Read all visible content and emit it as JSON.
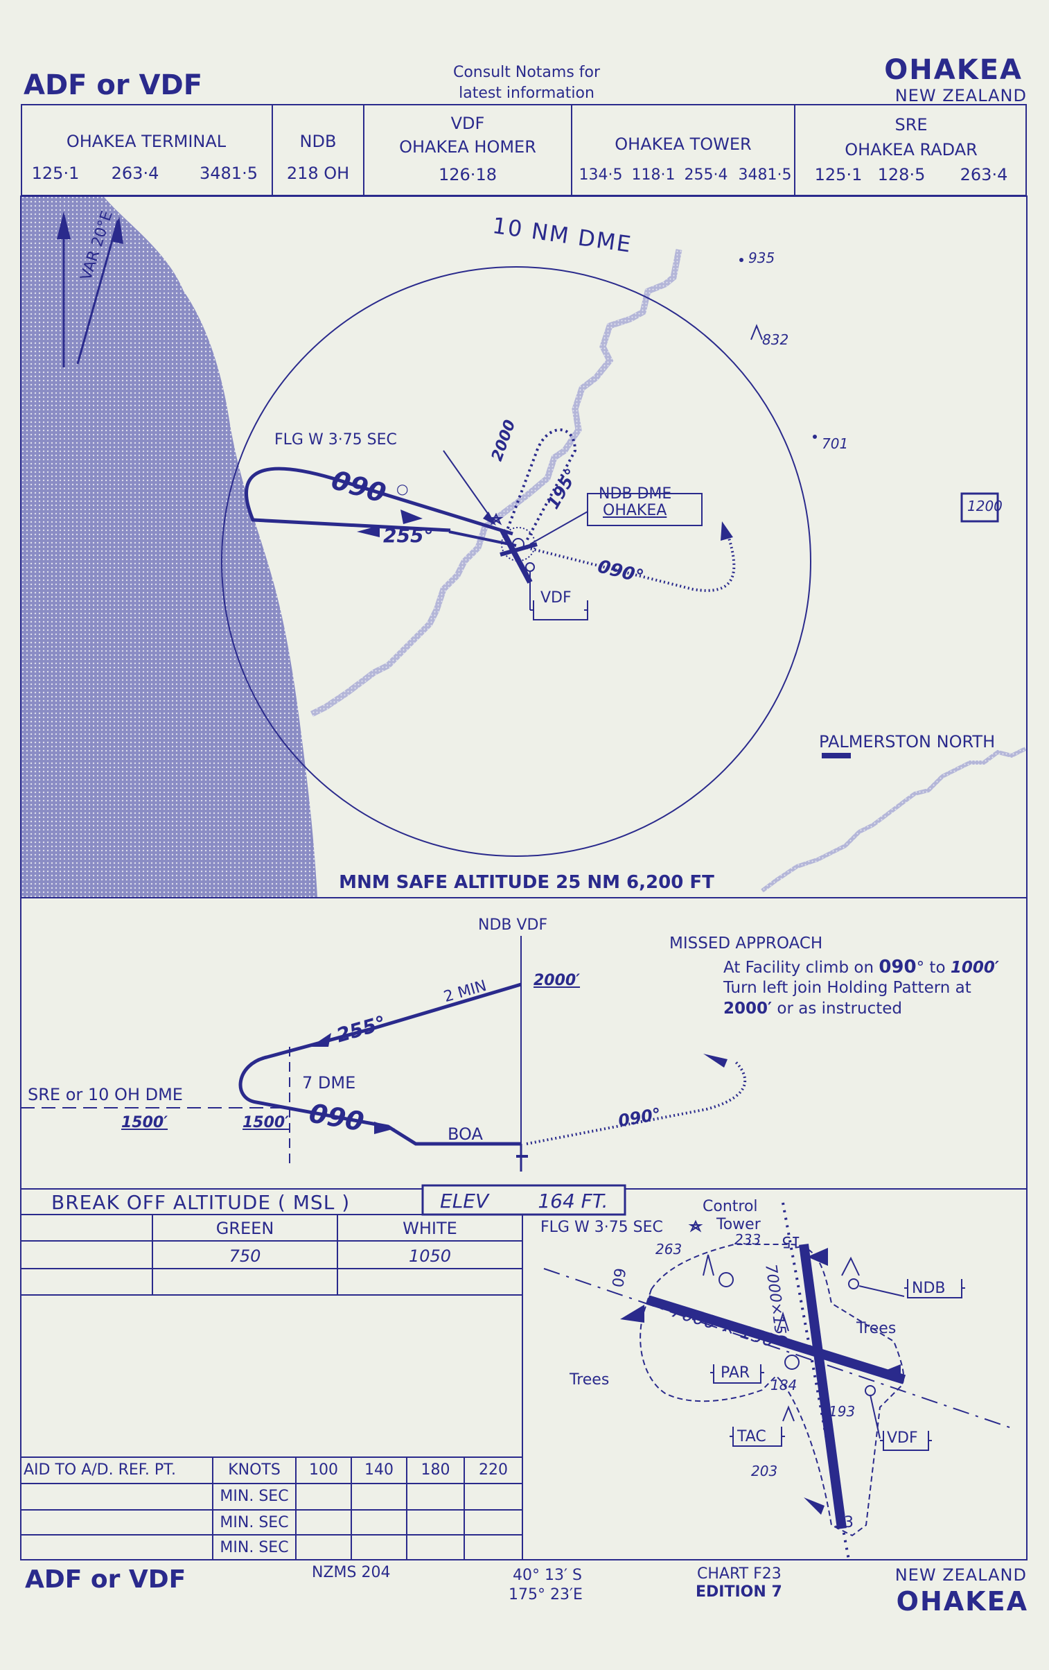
{
  "header": {
    "proc_left_top": "ADF or VDF",
    "notams_line1": "Consult Notams for",
    "notams_line2": "latest information",
    "airport_top": "OHAKEA",
    "country_top": "NEW ZEALAND"
  },
  "freq": {
    "terminal": {
      "name": "OHAKEA TERMINAL",
      "f1": "125·1",
      "f2": "263·4",
      "f3": "3481·5"
    },
    "ndb": {
      "name": "NDB",
      "value": "218 OH"
    },
    "vdf": {
      "l1": "VDF",
      "l2": "OHAKEA HOMER",
      "value": "126·18"
    },
    "tower": {
      "name": "OHAKEA TOWER",
      "f1": "134·5",
      "f2": "118·1",
      "f3": "255·4",
      "f4": "3481·5"
    },
    "sre": {
      "l1": "SRE",
      "l2": "OHAKEA  RADAR",
      "f1": "125·1",
      "f2": "128·5",
      "f3": "263·4"
    }
  },
  "plan": {
    "var": "VAR  20°E",
    "dme_ring": "10 NM DME",
    "elev935": "935",
    "elev832": "832",
    "elev701": "701",
    "elev1200": "1200",
    "flg": "FLG W 3·75 SEC",
    "hold_alt": "2000",
    "c195": "195°",
    "c090a": "090",
    "c255": "255°",
    "c090b": "090°",
    "ndb_dme_l1": "NDB DME",
    "ndb_dme_l2": "OHAKEA",
    "vdf_box": "VDF",
    "palmerston": "PALMERSTON NORTH",
    "msa": "MNM SAFE ALTITUDE 25 NM 6,200 FT"
  },
  "profile": {
    "ndb_vdf": "NDB VDF",
    "alt2000": "2000′",
    "two_min": "2 MIN",
    "c255": "255°",
    "dme7": "7 DME",
    "sre_line": "SRE   or 10  OH  DME",
    "alt1500a": "1500′",
    "alt1500b": "1500′",
    "c090": "090",
    "boa": "BOA",
    "c090b": "090°",
    "ma_title": "MISSED APPROACH",
    "ma_line1_a": "At Facility climb on ",
    "ma_line1_b": "090",
    "ma_line1_c": "° to ",
    "ma_line1_d": "1000′",
    "ma_line2": "Turn left join Holding Pattern at",
    "ma_line3_a": "2000′",
    "ma_line3_b": "  or as instructed"
  },
  "boa_table": {
    "title": "BREAK OFF ALTITUDE ( MSL )",
    "elev": "ELEV        164 FT.",
    "green": "GREEN",
    "white": "WHITE",
    "green_val": "750",
    "white_val": "1050"
  },
  "timing": {
    "label": "AID TO A/D. REF. PT.",
    "knots": "KNOTS",
    "speeds": [
      "100",
      "140",
      "180",
      "220"
    ],
    "minsec": "MIN. SEC"
  },
  "aerodrome": {
    "flg": "FLG W 3·75 SEC",
    "control": "Control",
    "tower": "Tower",
    "e263": "263",
    "e233": "233",
    "rwy15": "15",
    "rwy09": "09",
    "rwy33": "33",
    "rwy_len1": "7000×150",
    "rwy_len2": "7000 × 150",
    "ndb": "NDB",
    "trees1": "Trees",
    "trees2": "Trees",
    "par": "PAR",
    "e184": "184",
    "e193": "193",
    "vdf": "VDF",
    "tac": "TAC",
    "e203": "203"
  },
  "footer": {
    "proc_left": "ADF or VDF",
    "nzms": "NZMS  204",
    "lat": "40° 13′ S",
    "lon": "175° 23′E",
    "chart": "CHART F23",
    "edition": "EDITION 7",
    "country": "NEW  ZEALAND",
    "airport": "OHAKEA"
  },
  "colors": {
    "ink": "#2a2a8c",
    "paper": "#eef0e8"
  }
}
